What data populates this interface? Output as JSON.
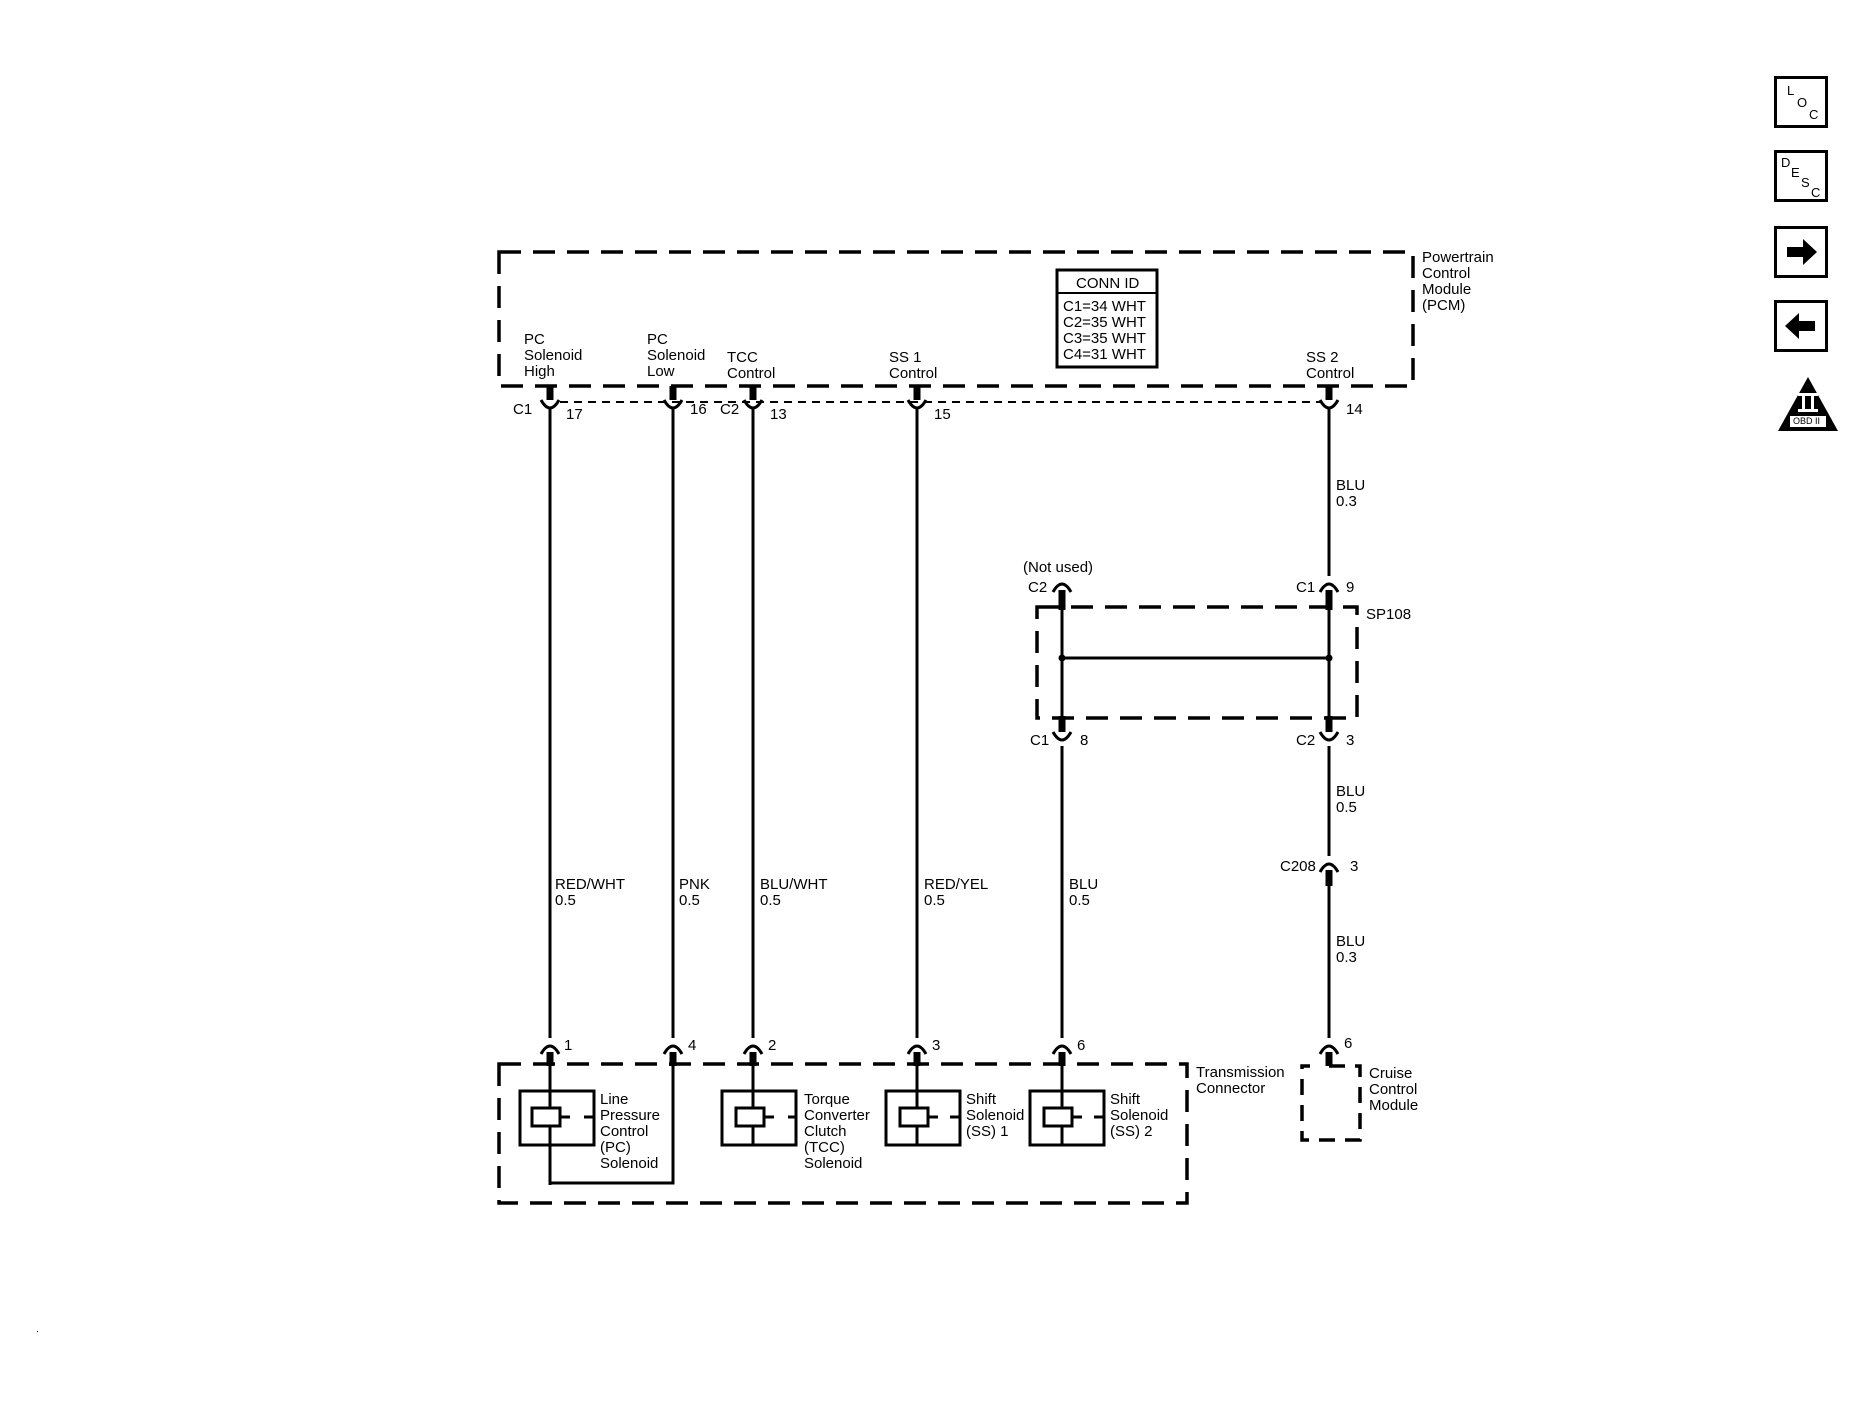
{
  "pcm": {
    "label": [
      "Powertrain",
      "Control",
      "Module",
      "(PCM)"
    ],
    "conn_id": {
      "title": "CONN ID",
      "rows": [
        "C1=34 WHT",
        "C2=35 WHT",
        "C3=35 WHT",
        "C4=31 WHT"
      ]
    },
    "pins": [
      {
        "name": [
          "PC",
          "Solenoid",
          "High"
        ],
        "conn": "C1",
        "pin": "17"
      },
      {
        "name": [
          "PC",
          "Solenoid",
          "Low"
        ],
        "conn": "",
        "pin": "16"
      },
      {
        "name": [
          "TCC",
          "Control"
        ],
        "conn": "C2",
        "pin": "13"
      },
      {
        "name": [
          "SS 1",
          "Control"
        ],
        "conn": "",
        "pin": "15"
      },
      {
        "name": [
          "SS 2",
          "Control"
        ],
        "conn": "",
        "pin": "14"
      }
    ]
  },
  "wires": [
    {
      "color": "RED/WHT",
      "gauge": "0.5"
    },
    {
      "color": "PNK",
      "gauge": "0.5"
    },
    {
      "color": "BLU/WHT",
      "gauge": "0.5"
    },
    {
      "color": "RED/YEL",
      "gauge": "0.5"
    },
    {
      "color": "BLU",
      "gauge": "0.5"
    },
    {
      "color": "BLU",
      "gauge": "0.3"
    },
    {
      "color": "BLU",
      "gauge": "0.5"
    },
    {
      "color": "BLU",
      "gauge": "0.3"
    }
  ],
  "splice": {
    "label": "SP108",
    "not_used": "(Not used)",
    "top_left": {
      "conn": "C2",
      "pin": ""
    },
    "top_right": {
      "conn": "C1",
      "pin": "9"
    },
    "bottom_left": {
      "conn": "C1",
      "pin": "8"
    },
    "bottom_right": {
      "conn": "C2",
      "pin": "3"
    }
  },
  "c208": {
    "conn": "C208",
    "pin": "3"
  },
  "transmission": {
    "label": [
      "Transmission",
      "Connector"
    ],
    "pins": [
      "1",
      "4",
      "2",
      "3",
      "6"
    ],
    "components": [
      {
        "label": [
          "Line",
          "Pressure",
          "Control",
          "(PC)",
          "Solenoid"
        ]
      },
      {
        "label": [
          "Torque",
          "Converter",
          "Clutch",
          "(TCC)",
          "Solenoid"
        ]
      },
      {
        "label": [
          "Shift",
          "Solenoid",
          "(SS) 1"
        ]
      },
      {
        "label": [
          "Shift",
          "Solenoid",
          "(SS) 2"
        ]
      }
    ]
  },
  "cruise": {
    "label": [
      "Cruise",
      "Control",
      "Module"
    ],
    "pin": "6"
  },
  "side_icons": {
    "loc": [
      "L",
      "O",
      "C"
    ],
    "desc": [
      "D",
      "E",
      "S",
      "C"
    ],
    "next": "right-arrow",
    "prev": "left-arrow",
    "obd": {
      "roman": "II",
      "text": "OBD II"
    }
  }
}
